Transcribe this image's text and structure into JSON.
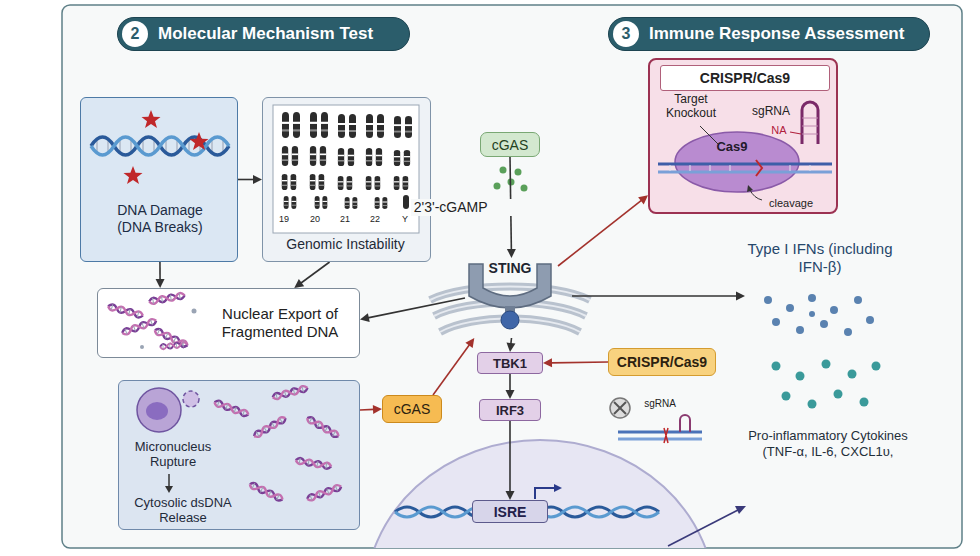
{
  "diagram": {
    "nodes": [
      {
        "text": [
          "2",
          "Molecular Mechanism Test"
        ]
      },
      {
        "text": [
          "3",
          "Immune Response Assessment"
        ]
      },
      {
        "text": [
          "DNA Damage (DNA Breaks)"
        ]
      },
      {
        "text": [
          "Genomic Instability"
        ]
      },
      {
        "text": [
          "cGAS"
        ]
      },
      {
        "text": [
          "CRISPR/Cas9"
        ]
      },
      {
        "text": [
          "Nuclear Export of Fragmented DNA"
        ]
      },
      {
        "text": [
          "STING"
        ]
      },
      {
        "text": [
          "TBK1"
        ]
      },
      {
        "text": [
          "CRISPR/Cas9"
        ]
      },
      {
        "text": [
          "Micronucleus Rupture",
          "Cytosolic dsDNA Release"
        ]
      },
      {
        "text": [
          "cGAS"
        ]
      },
      {
        "text": [
          "IRF3"
        ]
      },
      {
        "text": [
          "ISRE"
        ]
      }
    ],
    "edges": [
      {
        "from": 2,
        "to": 3,
        "arrow": "to"
      },
      {
        "from": 2,
        "to": 6,
        "arrow": "to"
      },
      {
        "from": 3,
        "to": 6,
        "arrow": "to"
      },
      {
        "from": 7,
        "to": 6,
        "arrow": "to"
      },
      {
        "from": 4,
        "to": 7,
        "label": "2'3'-cGAMP",
        "arrow": "to"
      },
      {
        "from": 7,
        "to": 5,
        "arrow": "to"
      },
      {
        "from": 7,
        "to": 8,
        "arrow": "to"
      },
      {
        "from": 8,
        "to": 12,
        "arrow": "to"
      },
      {
        "from": 12,
        "to": 13,
        "arrow": "to"
      },
      {
        "from": 9,
        "to": 8,
        "arrow": "to"
      },
      {
        "from": 10,
        "to": 11,
        "arrow": "to"
      },
      {
        "from": 11,
        "to": 7,
        "arrow": "to"
      }
    ],
    "labels": [
      "19",
      "20",
      "21",
      "22",
      "Y",
      "Target Knockout",
      "sgRNA",
      "NA",
      "Cas9",
      "cleavage",
      "Type I IFNs (including IFN-β)",
      "Pro-inflammatory Cytokines (TNF-α, IL-6, CXCL1υ,",
      "sgRNA"
    ]
  }
}
